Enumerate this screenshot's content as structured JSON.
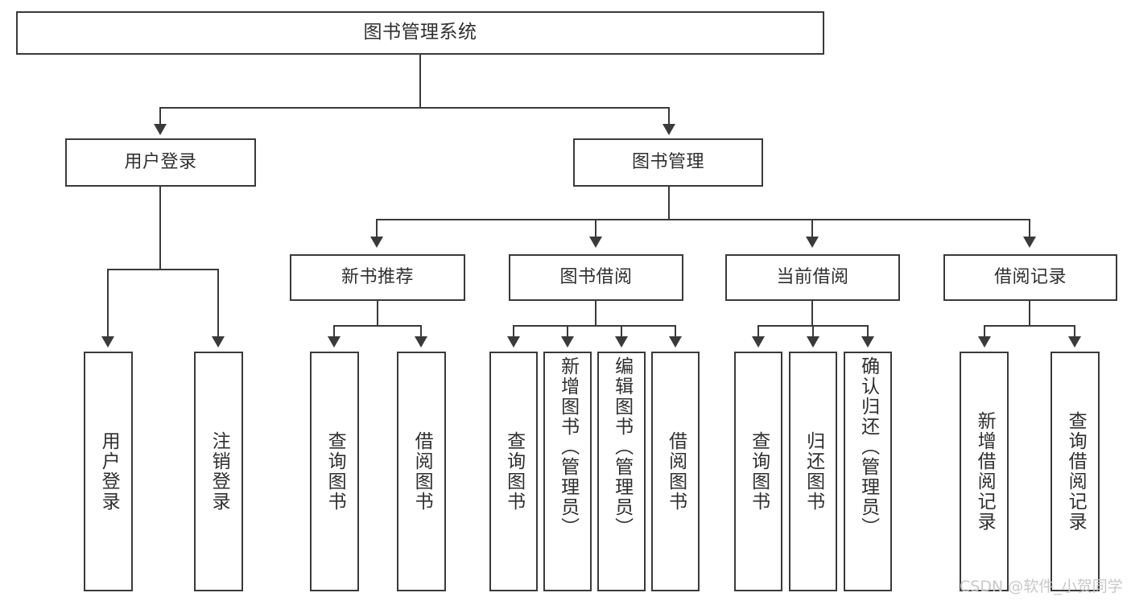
{
  "diagram": {
    "title": "图书管理系统",
    "type": "tree-hierarchy-chart",
    "root": {
      "label": "图书管理系统"
    },
    "level1": [
      {
        "label": "用户登录"
      },
      {
        "label": "图书管理"
      }
    ],
    "level2": [
      {
        "label": "新书推荐"
      },
      {
        "label": "图书借阅"
      },
      {
        "label": "当前借阅"
      },
      {
        "label": "借阅记录"
      }
    ],
    "leaves": {
      "user_login": [
        {
          "label": "用户登录"
        },
        {
          "label": "注销登录"
        }
      ],
      "new_book_recommend": [
        {
          "label": "查询图书"
        },
        {
          "label": "借阅图书"
        }
      ],
      "book_borrow": [
        {
          "label": "查询图书"
        },
        {
          "label": "新增图书（管理员）"
        },
        {
          "label": "编辑图书（管理员）"
        },
        {
          "label": "借阅图书"
        }
      ],
      "current_borrow": [
        {
          "label": "查询图书"
        },
        {
          "label": "归还图书"
        },
        {
          "label": "确认归还（管理员）"
        }
      ],
      "borrow_records": [
        {
          "label": "新增借阅记录"
        },
        {
          "label": "查询借阅记录"
        }
      ]
    }
  },
  "watermark": {
    "text": "CSDN @软件_小贺同学"
  },
  "colors": {
    "stroke": "#3a3a3a",
    "text": "#2f2f2f",
    "background": "#ffffff",
    "watermark": "#c9c9c9"
  }
}
